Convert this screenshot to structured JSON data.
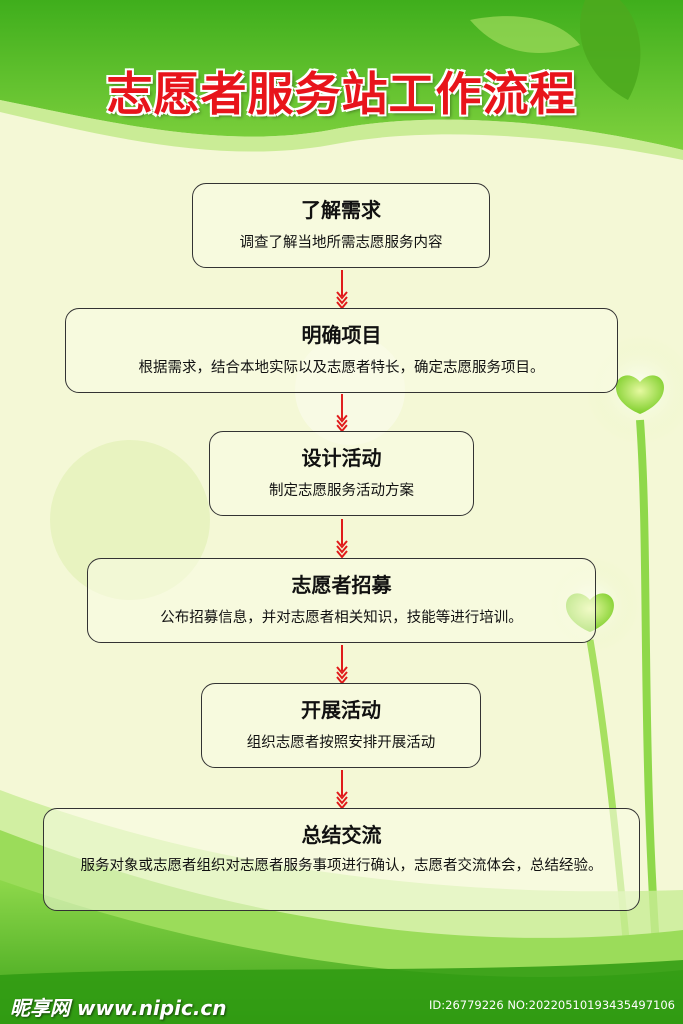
{
  "title": "志愿者服务站工作流程",
  "steps": [
    {
      "heading": "了解需求",
      "desc": "调查了解当地所需志愿服务内容"
    },
    {
      "heading": "明确项目",
      "desc": "根据需求，结合本地实际以及志愿者特长，确定志愿服务项目。"
    },
    {
      "heading": "设计活动",
      "desc": "制定志愿服务活动方案"
    },
    {
      "heading": "志愿者招募",
      "desc": "公布招募信息，并对志愿者相关知识，技能等进行培训。"
    },
    {
      "heading": "开展活动",
      "desc": "组织志愿者按照安排开展活动"
    },
    {
      "heading": "总结交流",
      "desc": "服务对象或志愿者组织对志愿者服务事项进行确认，志愿者交流体会，总结经验。"
    }
  ],
  "footer": {
    "logo": "昵享网 www.nipic.cn",
    "id": "ID:26779226 NO:20220510193435497106"
  },
  "colors": {
    "title": "#e8141b",
    "green": "#5cc02a",
    "arrow": "#e01b1b"
  }
}
